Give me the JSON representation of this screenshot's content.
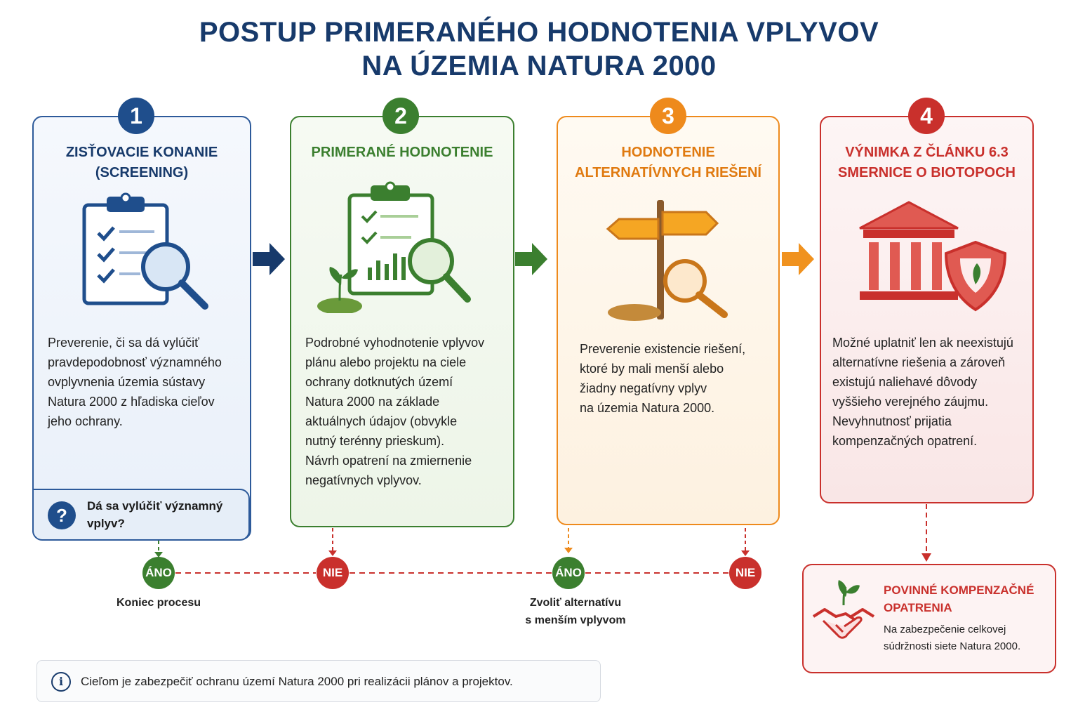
{
  "title_line1": "POSTUP PRIMERANÉHO HODNOTENIA VPLYVOV",
  "title_line2": "NA ÚZEMIA NATURA 2000",
  "colors": {
    "blue": "#1f4e8c",
    "green": "#3b7f2f",
    "orange": "#ee8a1c",
    "red": "#c9302c"
  },
  "steps": [
    {
      "number": "1",
      "title1": "ZISŤOVACIE KONANIE",
      "title2": "(SCREENING)",
      "desc": [
        "Preverenie, či sa dá vylúčiť",
        "pravdepodobnosť významného",
        "ovplyvnenia územia sústavy",
        "Natura 2000 z hľadiska cieľov",
        "jeho ochrany."
      ]
    },
    {
      "number": "2",
      "title1": "PRIMERANÉ HODNOTENIE",
      "title2": "",
      "desc": [
        "Podrobné vyhodnotenie vplyvov",
        "plánu alebo projektu na ciele",
        "ochrany dotknutých území",
        "Natura 2000 na základe",
        "aktuálnych údajov (obvykle",
        "nutný terénny prieskum).",
        "Návrh opatrení na zmiernenie",
        "negatívnych vplyvov."
      ]
    },
    {
      "number": "3",
      "title1": "HODNOTENIE",
      "title2": "ALTERNATÍVNYCH RIEŠENÍ",
      "desc": [
        "Preverenie existencie riešení,",
        "ktoré by mali menší alebo",
        "žiadny negatívny vplyv",
        "na územia Natura 2000."
      ]
    },
    {
      "number": "4",
      "title1": "VÝNIMKA Z ČLÁNKU 6.3",
      "title2": "SMERNICE O BIOTOPOCH",
      "desc": [
        "Možné uplatniť len ak neexistujú",
        "alternatívne riešenia a zároveň",
        "existujú naliehavé dôvody",
        "vyššieho verejného záujmu.",
        "Nevyhnutnosť prijatia",
        "kompenzačných opatrení."
      ]
    }
  ],
  "question": {
    "mark": "?",
    "line1": "Dá sa vylúčiť významný",
    "line2": "vplyv?"
  },
  "outcomes": {
    "ano1": "ÁNO",
    "end_label": "Koniec procesu",
    "nie1": "NIE",
    "ano2": "ÁNO",
    "alt_label1": "Zvoliť alternatívu",
    "alt_label2": "s menším vplyvom",
    "nie2": "NIE"
  },
  "compensation": {
    "title1": "POVINNÉ KOMPENZAČNÉ",
    "title2": "OPATRENIA",
    "desc1": "Na zabezpečenie celkovej",
    "desc2": "súdržnosti siete Natura 2000."
  },
  "info": {
    "icon_text": "i",
    "text": "Cieľom je zabezpečiť ochranu území Natura 2000 pri realizácii plánov a projektov."
  }
}
